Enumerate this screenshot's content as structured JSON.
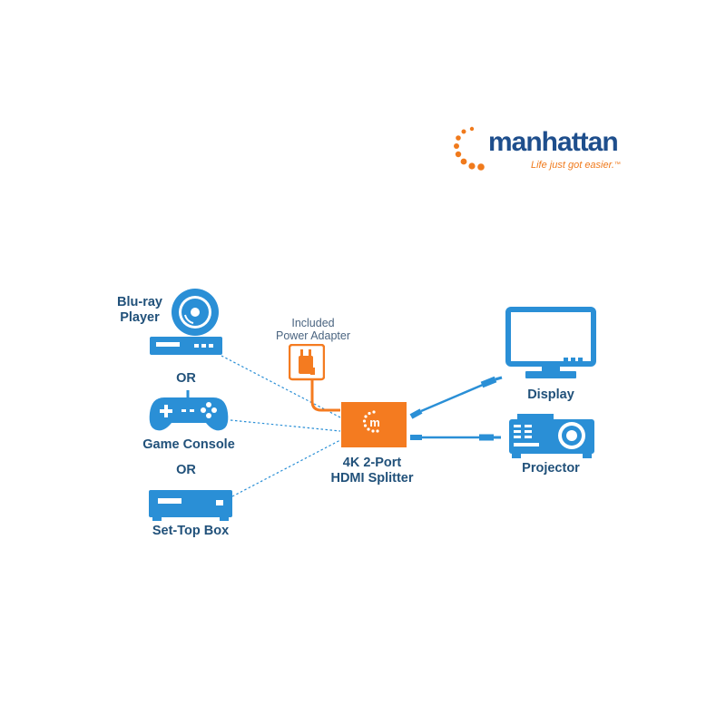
{
  "brand": {
    "name": "manhattan",
    "tagline": "Life just got easier.",
    "tagline_mark": "™",
    "colors": {
      "primary": "#1e4e8c",
      "accent": "#f07a1c"
    }
  },
  "diagram": {
    "colors": {
      "device": "#2a8fd6",
      "splitter": "#f47b20",
      "label": "#21517a",
      "line": "#2a8fd6"
    },
    "sources": [
      {
        "label_line1": "Blu-ray",
        "label_line2": "Player",
        "icon": "blu-ray-player-icon"
      },
      {
        "label": "Game Console",
        "icon": "game-controller-icon"
      },
      {
        "label": "Set-Top Box",
        "icon": "set-top-box-icon"
      }
    ],
    "or_label_1": "OR",
    "or_label_2": "OR",
    "power_adapter": {
      "line1": "Included",
      "line2": "Power Adapter",
      "icon": "power-adapter-icon"
    },
    "splitter": {
      "line1": "4K 2-Port",
      "line2": "HDMI Splitter",
      "icon": "manhattan-logo-icon",
      "logo_letter": "m"
    },
    "outputs": [
      {
        "label": "Display",
        "icon": "monitor-icon"
      },
      {
        "label": "Projector",
        "icon": "projector-icon"
      }
    ]
  }
}
